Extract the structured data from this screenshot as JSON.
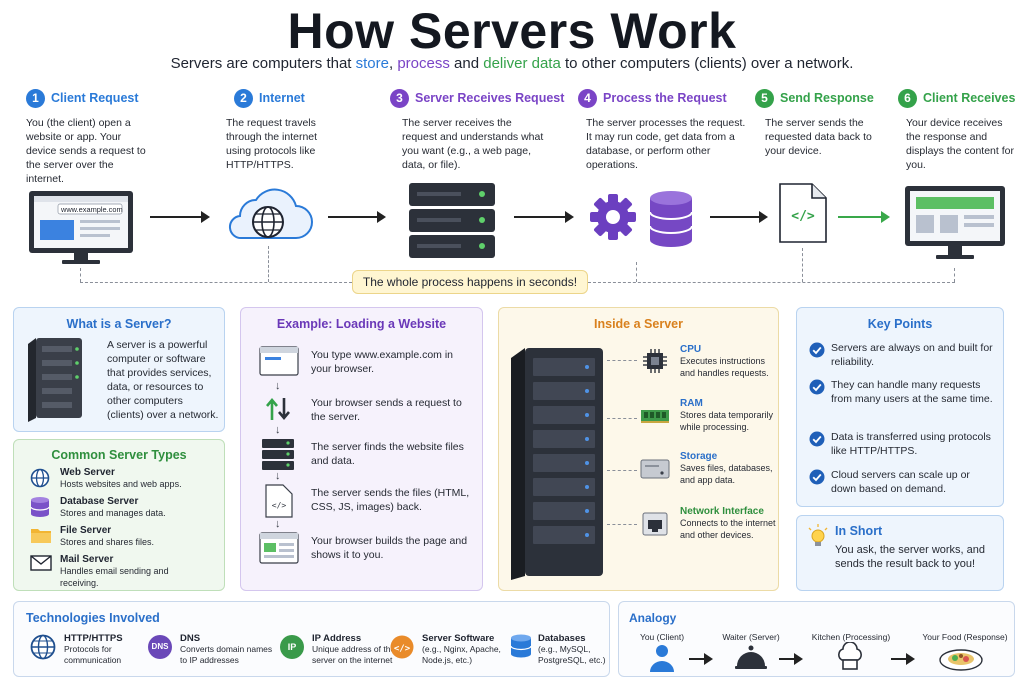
{
  "header": {
    "title": "How Servers Work",
    "subtitle_pre": "Servers are computers that ",
    "store": "store",
    "comma": ", ",
    "process": "process",
    "and_word": " and ",
    "deliver": "deliver data",
    "subtitle_post": " to other computers (clients) over a network."
  },
  "colors": {
    "blue": "#2a7ad8",
    "purple": "#7a44c6",
    "green": "#34a24a",
    "orange": "#e98b2a",
    "dark": "#2c313a"
  },
  "steps": [
    {
      "num": "1",
      "title": "Client Request",
      "desc": "You (the client) open a website or app. Your device sends a request to the server over the internet."
    },
    {
      "num": "2",
      "title": "Internet",
      "desc": "The request travels through the internet using protocols like HTTP/HTTPS."
    },
    {
      "num": "3",
      "title": "Server Receives Request",
      "desc": "The server receives the request and understands what you want (e.g., a web page, data, or file)."
    },
    {
      "num": "4",
      "title": "Process the Request",
      "desc": "The server processes the request. It may run code, get data from a database, or perform other operations."
    },
    {
      "num": "5",
      "title": "Send Response",
      "desc": "The server sends the requested data back to your device."
    },
    {
      "num": "6",
      "title": "Client Receives",
      "desc": "Your device receives the response and displays the content for you."
    }
  ],
  "browser_url": "www.example.com",
  "process_note": "The whole process happens in seconds!",
  "what_is": {
    "title": "What is a Server?",
    "text": "A server is a powerful computer or software that provides services, data, or resources to other computers (clients) over a network."
  },
  "types": {
    "title": "Common Server Types",
    "items": [
      {
        "name": "Web Server",
        "desc": "Hosts websites and web apps."
      },
      {
        "name": "Database Server",
        "desc": "Stores and manages data."
      },
      {
        "name": "File Server",
        "desc": "Stores and shares files."
      },
      {
        "name": "Mail Server",
        "desc": "Handles email sending and receiving."
      }
    ]
  },
  "example": {
    "title": "Example: Loading a Website",
    "steps": [
      "You type www.example.com in your browser.",
      "Your browser sends a request to the server.",
      "The server finds the website files and data.",
      "The server sends the files (HTML, CSS, JS, images) back.",
      "Your browser builds the page and shows it to you."
    ]
  },
  "inside": {
    "title": "Inside a Server",
    "parts": [
      {
        "name": "CPU",
        "desc": "Executes instructions and handles requests."
      },
      {
        "name": "RAM",
        "desc": "Stores data temporarily while processing."
      },
      {
        "name": "Storage",
        "desc": "Saves files, databases, and app data."
      },
      {
        "name": "Network Interface",
        "desc": "Connects to the internet and other devices."
      }
    ]
  },
  "key_points": {
    "title": "Key Points",
    "items": [
      "Servers are always on and built for reliability.",
      "They can handle many requests from many users at the same time.",
      "Data is transferred using protocols like HTTP/HTTPS.",
      "Cloud servers can scale up or down based on demand."
    ]
  },
  "in_short": {
    "title": "In Short",
    "text": "You ask, the server works, and sends the result back to you!"
  },
  "tech": {
    "title": "Technologies Involved",
    "dns_badge": "DNS",
    "ip_badge": "IP",
    "items": [
      {
        "name": "HTTP/HTTPS",
        "desc": "Protocols for communication"
      },
      {
        "name": "DNS",
        "desc": "Converts domain names to IP addresses"
      },
      {
        "name": "IP Address",
        "desc": "Unique address of the server on the internet"
      },
      {
        "name": "Server Software",
        "desc": "(e.g., Nginx, Apache, Node.js, etc.)"
      },
      {
        "name": "Databases",
        "desc": "(e.g., MySQL, PostgreSQL, etc.)"
      }
    ]
  },
  "analogy": {
    "title": "Analogy",
    "items": [
      "You (Client)",
      "Waiter (Server)",
      "Kitchen (Processing)",
      "Your Food (Response)"
    ]
  }
}
